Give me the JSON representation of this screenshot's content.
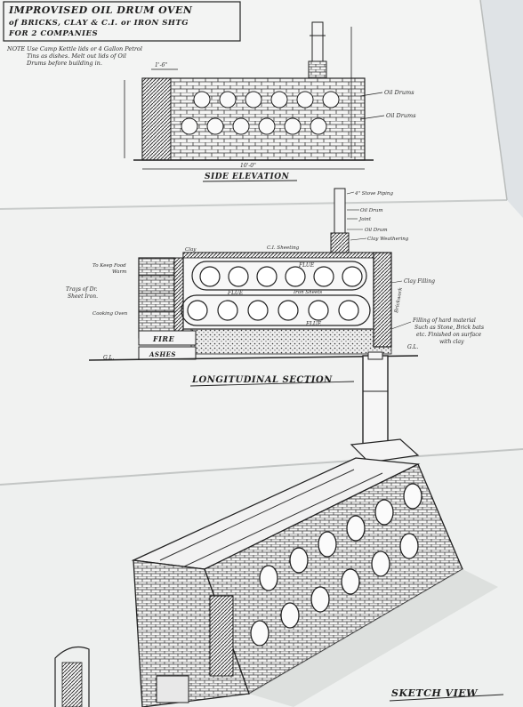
{
  "title": {
    "line1": "IMPROVISED OIL DRUM OVEN",
    "line2": "of BRICKS, CLAY & C.I. or IRON SHTG",
    "line3": "FOR 2 COMPANIES"
  },
  "note": {
    "line1": "NOTE  Use Camp Kettle lids or 4 Gallon Petrol",
    "line2": "Tins as dishes. Melt out lids of Oil",
    "line3": "Drums before building in."
  },
  "side_elevation": {
    "caption": "SIDE ELEVATION",
    "label_drums_1": "Oil Drums",
    "label_drums_2": "Oil Drums",
    "dim_width": "10'-0\"",
    "dim_top": "1'-6\""
  },
  "longitudinal_section": {
    "caption": "LONGITUDINAL SECTION",
    "label_stove_piping": "4\" Stove Piping",
    "label_oil_drum_1": "Oil Drum",
    "label_joint": "Joint",
    "label_oil_drum_2": "Oil Drum",
    "label_clay_weathering": "Clay Weathering",
    "label_clay": "Clay",
    "label_ci_sheeting": "C.I. Sheeting",
    "label_flue_top": "FLUE",
    "label_flue_mid": "FLUE",
    "label_iron_sheets": "Iron Sheets",
    "label_flue_bottom": "FLUE",
    "label_keep_food_1": "To Keep Food",
    "label_keep_food_2": "Warm",
    "label_trays_1": "Trays of Dr.",
    "label_trays_2": "Sheet Iron.",
    "label_cooking_oven": "Cooking Oven",
    "label_fire": "FIRE",
    "label_ashes": "ASHES",
    "label_gl_left": "G.L.",
    "label_gl_right": "G.L.",
    "label_brickwork": "Brickwork",
    "label_clay_filling": "Clay Filling",
    "filling_1": "Filling of hard material",
    "filling_2": "Such as Stone, Brick bats",
    "filling_3": "etc. Finished on surface",
    "filling_4": "with clay"
  },
  "sketch_view": {
    "caption": "SKETCH VIEW"
  },
  "colors": {
    "paper": "#f4f5f4",
    "ink": "#232323",
    "background": "#dfe3e6"
  }
}
